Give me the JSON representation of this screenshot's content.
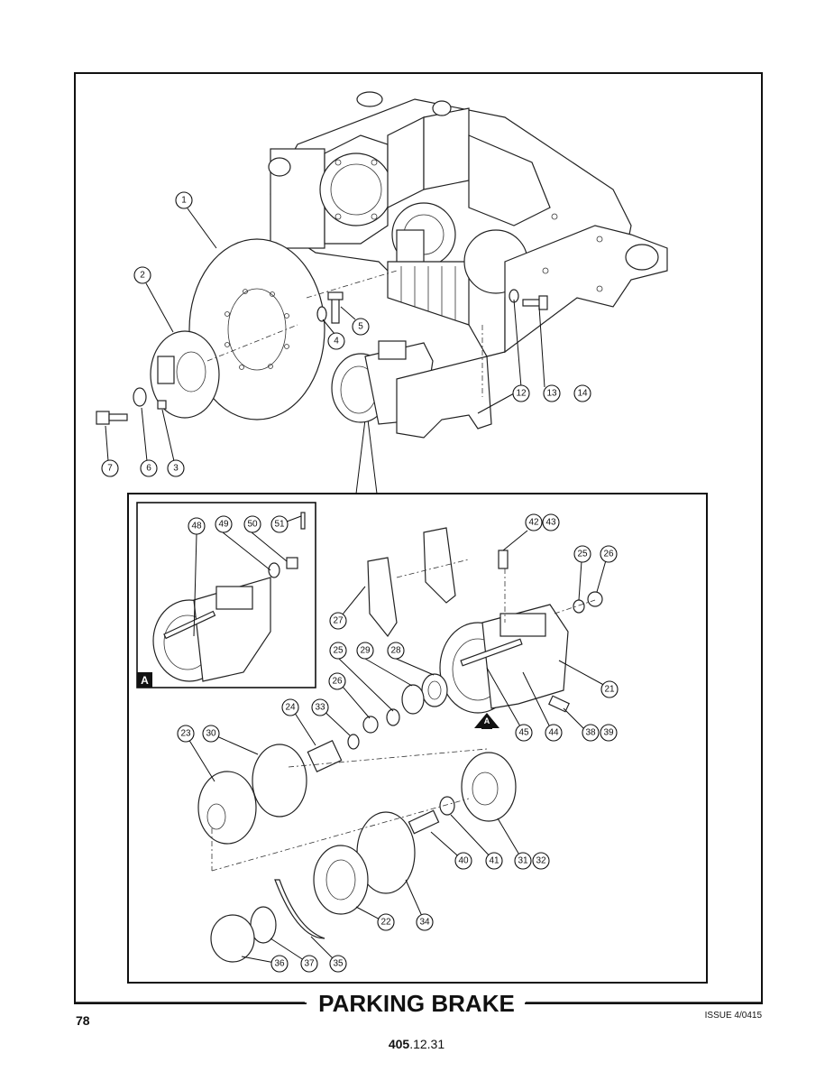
{
  "document": {
    "title": "PARKING BRAKE",
    "page_number": "78",
    "issue": "ISSUE 4/0415",
    "section_bold": "405",
    "section_rest": ".12.31",
    "detail_label": "A"
  },
  "callouts": [
    "1",
    "2",
    "3",
    "4",
    "5",
    "6",
    "7",
    "12",
    "13",
    "14",
    "21",
    "22",
    "23",
    "24",
    "25",
    "25",
    "26",
    "26",
    "27",
    "28",
    "29",
    "30",
    "31",
    "32",
    "33",
    "34",
    "35",
    "36",
    "37",
    "38",
    "39",
    "40",
    "41",
    "42",
    "43",
    "44",
    "45",
    "48",
    "49",
    "50",
    "51"
  ]
}
